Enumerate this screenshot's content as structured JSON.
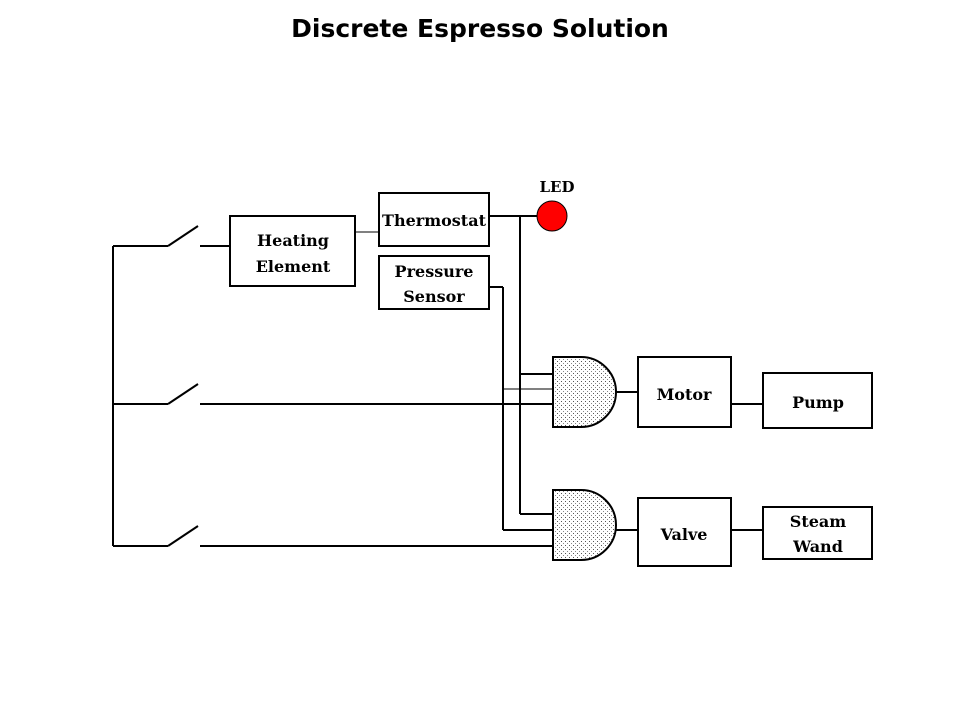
{
  "title": "Discrete Espresso Solution",
  "colors": {
    "led": "#ff0000"
  },
  "components": {
    "heating_element": [
      "Heating",
      "Element"
    ],
    "thermostat": "Thermostat",
    "pressure_sensor": [
      "Pressure",
      "Sensor"
    ],
    "led": "LED",
    "motor": "Motor",
    "pump": "Pump",
    "valve": "Valve",
    "steam_wand": [
      "Steam",
      "Wand"
    ]
  }
}
